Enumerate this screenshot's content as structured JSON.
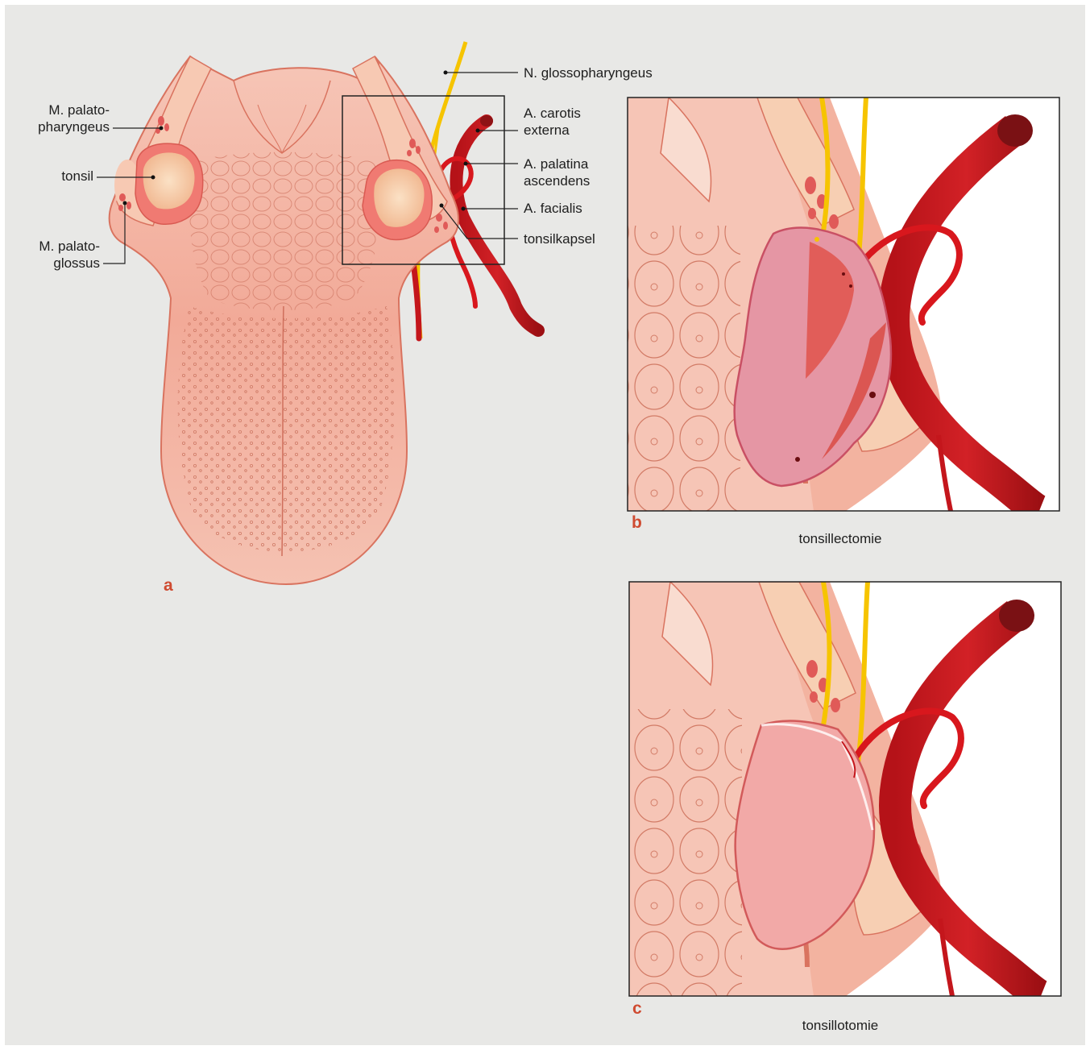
{
  "labels": {
    "palatopharyngeus": [
      "M. palato-",
      "pharyngeus"
    ],
    "tonsil": "tonsil",
    "palatoglossus": [
      "M. palato-",
      "glossus"
    ],
    "glossopharyngeus": "N. glossopharyngeus",
    "carotis": [
      "A. carotis",
      "externa"
    ],
    "palatina": [
      "A. palatina",
      "ascendens"
    ],
    "facialis": "A. facialis",
    "tonsilkapsel": "tonsilkapsel"
  },
  "panels": {
    "a": {
      "letter": "a"
    },
    "b": {
      "letter": "b",
      "caption": "tonsillectomie"
    },
    "c": {
      "letter": "c",
      "caption": "tonsillotomie"
    }
  },
  "colors": {
    "background": "#e8e8e6",
    "tongue": "#f2b3a3",
    "tongue_edge": "#d9735f",
    "artery": "#c4161c",
    "artery_dark": "#8e1215",
    "nerve": "#f6c400",
    "tonsil": "#f7c9a6",
    "muscle": "#e86060",
    "label_letter": "#cf4b31"
  }
}
